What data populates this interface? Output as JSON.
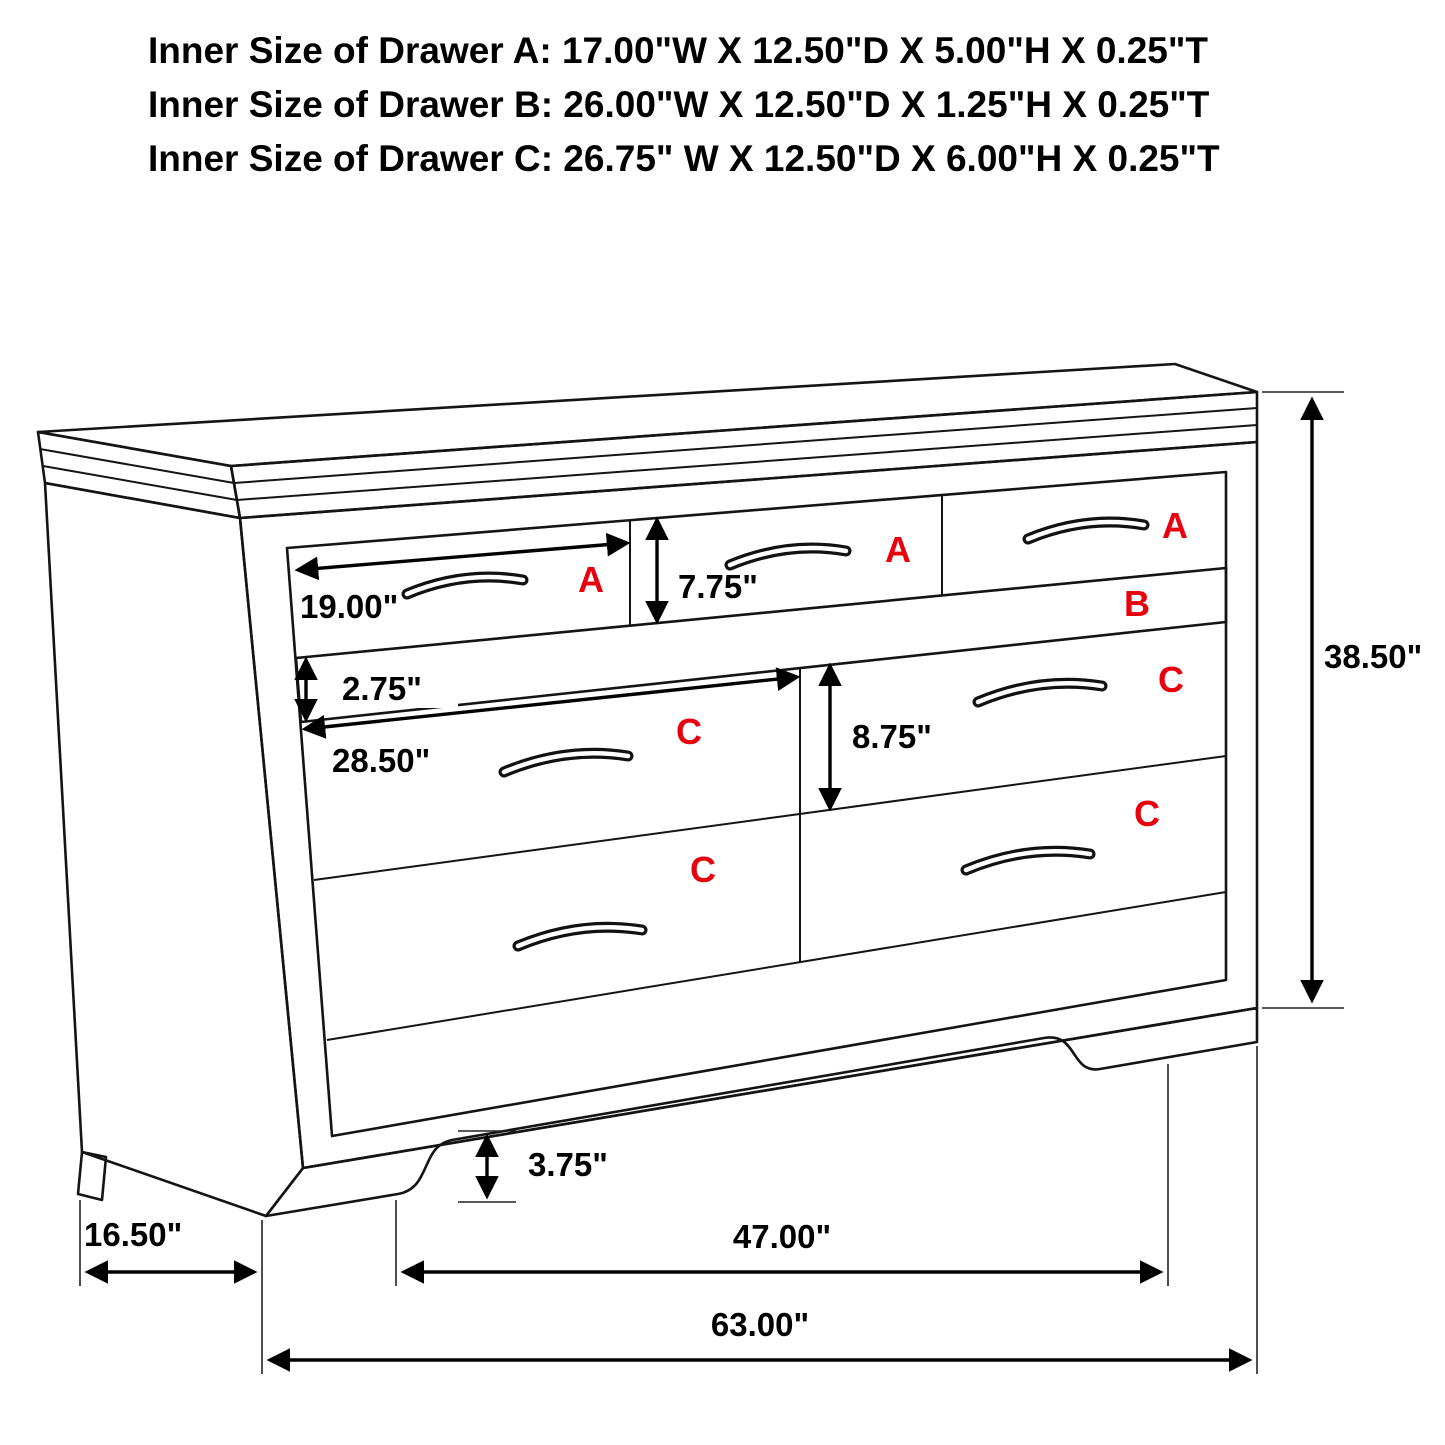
{
  "title_lines": [
    "Inner Size of Drawer A: 17.00\"W X 12.50\"D X 5.00\"H X 0.25\"T",
    "Inner Size of Drawer B: 26.00\"W X 12.50\"D X 1.25\"H X 0.25\"T",
    "Inner Size of Drawer C: 26.75\" W X 12.50\"D X 6.00\"H X 0.25\"T"
  ],
  "drawer_labels": {
    "a1": "A",
    "a2": "A",
    "a3": "A",
    "b": "B",
    "c_top_left": "C",
    "c_top_right": "C",
    "c_bottom_left": "C",
    "c_bottom_right": "C"
  },
  "dimensions": {
    "drawer_a_width": "19.00\"",
    "drawer_a_height": "7.75\"",
    "drawer_b_height": "2.75\"",
    "drawer_c_width": "28.50\"",
    "drawer_c_height": "8.75\"",
    "overall_height": "38.50\"",
    "leg_height": "3.75\"",
    "depth": "16.50\"",
    "leg_span_width": "47.00\"",
    "overall_width": "63.00\""
  },
  "colors": {
    "label_red": "#e8000d",
    "line_black": "#141414",
    "background": "#ffffff"
  }
}
